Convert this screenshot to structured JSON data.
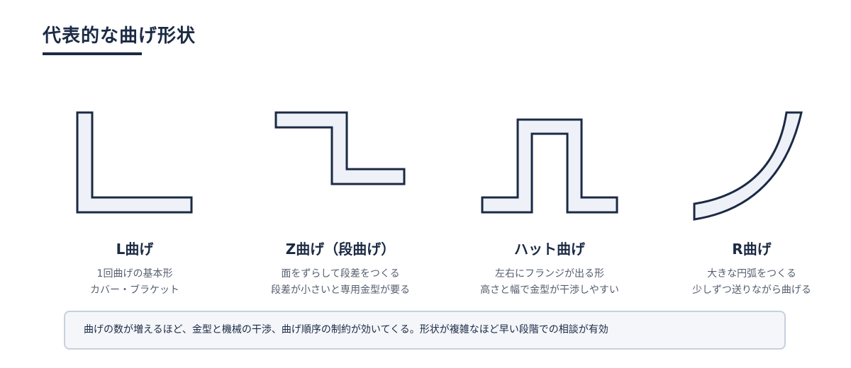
{
  "title": "代表的な曲げ形状",
  "shapes": [
    {
      "name": "L曲げ",
      "desc_line1": "1回曲げの基本形",
      "desc_line2": "カバー・ブラケット"
    },
    {
      "name": "Z曲げ（段曲げ）",
      "desc_line1": "面をずらして段差をつくる",
      "desc_line2": "段差が小さいと専用金型が要る"
    },
    {
      "name": "ハット曲げ",
      "desc_line1": "左右にフランジが出る形",
      "desc_line2": "高さと幅で金型が干渉しやすい"
    },
    {
      "name": "R曲げ",
      "desc_line1": "大きな円弧をつくる",
      "desc_line2": "少しずつ送りながら曲げる"
    }
  ],
  "note": "曲げの数が増えるほど、金型と機械の干渉、曲げ順序の制約が効いてくる。形状が複雑なほど早い段階での相談が有効",
  "colors": {
    "ink": "#1b2a44",
    "shape_fill": "#eef1f7",
    "note_bg": "#f4f6fa",
    "note_border": "#c7d0de"
  }
}
